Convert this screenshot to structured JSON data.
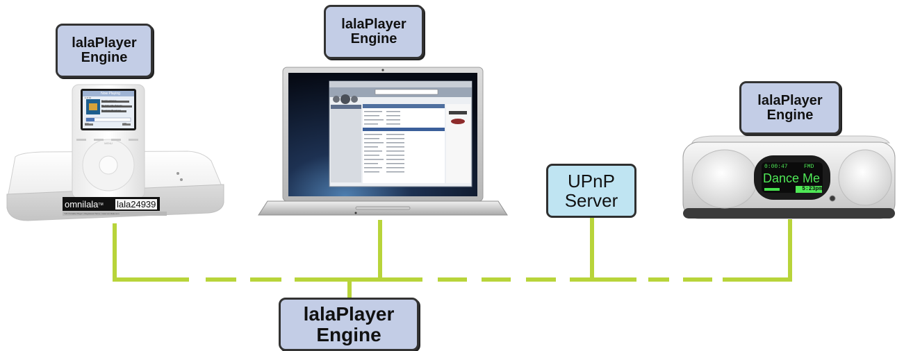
{
  "engine_label": {
    "line1": "lalaPlayer",
    "line2": "Engine"
  },
  "upnp": {
    "line1": "UPnP",
    "line2": "Server"
  },
  "dock": {
    "brand": "omnilala",
    "tm": "TM",
    "id": "lala24939",
    "footnote": "Y2K Portable Player  |  Registered Since  |  www.omnilala.com"
  },
  "ipod": {
    "screen_title": "Now Playing",
    "track": "1 of 12",
    "artist": "David Lawrence",
    "song": "Big Fish Little Puppets",
    "album": "Broadcast Broadcast",
    "elapsed": "0:07",
    "remaining": "3:58",
    "menu": "MENU"
  },
  "radio": {
    "time": "0:00:47",
    "mode": "FMD",
    "title": "Dance Me",
    "clock": "5:23pm"
  },
  "colors": {
    "network_line": "#b8d43a",
    "engine_fill": "#c3cde6",
    "upnp_fill": "#bfe4f2"
  }
}
